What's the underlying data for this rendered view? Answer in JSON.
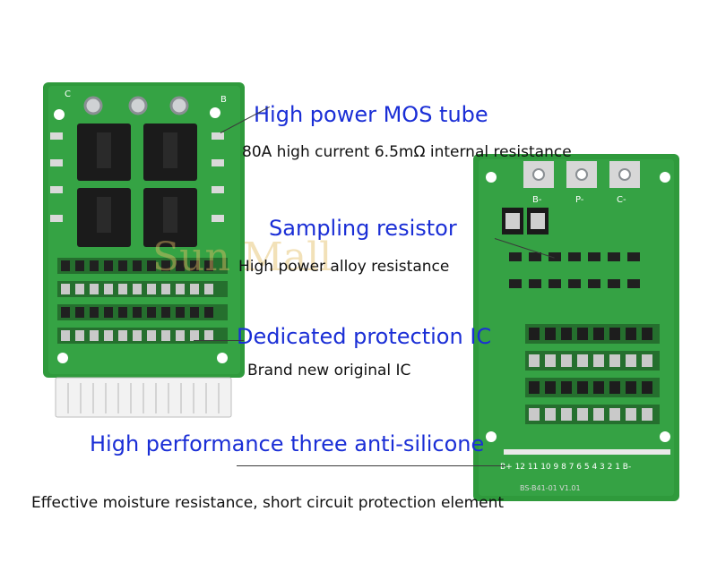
{
  "labels": {
    "mos_title": "High power MOS tube",
    "mos_desc": "80A high current 6.5mΩ internal resistance",
    "sampling_title": "Sampling resistor",
    "sampling_desc": "High power alloy resistance",
    "ic_title": "Dedicated protection IC",
    "ic_desc": "Brand new original IC",
    "silicone_title": "High performance three anti-silicone",
    "silicone_desc": "Effective moisture resistance, short circuit protection element"
  },
  "watermark": {
    "text": "Sun Mall"
  },
  "board_markings": {
    "left_c": "C",
    "left_b": "B",
    "right_b": "B-",
    "right_p": "P-",
    "right_c": "C-",
    "right_pins": "B+ 12 11 10 9 8 7 6 5 4 3 2 1 B-",
    "right_model": "BS-B41-01 V1.01"
  },
  "colors": {
    "title_blue": "#1a2ed6",
    "pcb_green": "#2f9a3c",
    "pcb_dark": "#1f6f2a",
    "mosfet": "#1b1b1b"
  }
}
